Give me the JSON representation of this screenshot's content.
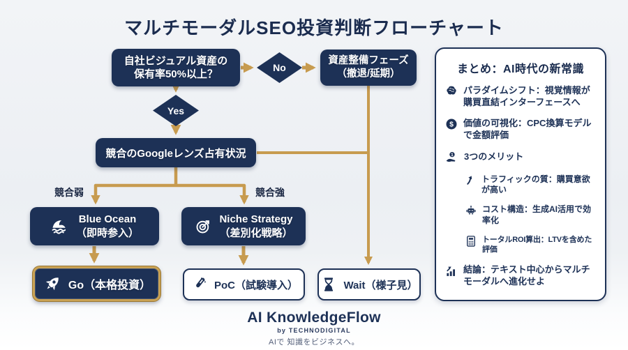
{
  "title": "マルチモーダルSEO投資判断フローチャート",
  "flow": {
    "question": "自社ビジュアル資産の\n保有率50%以上？",
    "no_label": "No",
    "yes_label": "Yes",
    "asset_phase": "資産整備フェーズ\n（撤退/延期）",
    "google_lens": "競合のGoogleレンズ占有状況",
    "weak_label": "競合弱",
    "strong_label": "競合強",
    "blue_ocean": "Blue Ocean\n（即時参入）",
    "niche_strategy": "Niche Strategy\n（差別化戦略）",
    "go": "Go（本格投資）",
    "poc": "PoC（試験導入）",
    "wait": "Wait（様子見）"
  },
  "summary": {
    "heading": "まとめ：AI時代の新常識",
    "items": [
      {
        "icon": "brain-icon",
        "text": "パラダイムシフト：視覚情報が購買直結インターフェースへ"
      },
      {
        "icon": "dollar-circle-icon",
        "text": "価値の可視化：CPC換算モデルで金額評価"
      },
      {
        "icon": "hand-coin-icon",
        "text": "3つのメリット"
      },
      {
        "icon": "trend-up-icon",
        "text": "トラフィックの質：購買意欲が高い"
      },
      {
        "icon": "robot-icon",
        "text": "コスト構造：生成AI活用で効率化"
      },
      {
        "icon": "calculator-icon",
        "text": "トータルROI算出：LTVを含めた評価"
      },
      {
        "icon": "bar-chart-icon",
        "text": "結論：テキスト中心からマルチモーダルへ進化せよ"
      }
    ]
  },
  "footer": {
    "brand": "AI KnowledgeFlow",
    "byline": "by TECHNODIGITAL",
    "tagline": "AIで 知識をビジネスへ。"
  },
  "colors": {
    "navy": "#1d3156",
    "gold": "#c79b4f",
    "background": "#edf0f4"
  }
}
